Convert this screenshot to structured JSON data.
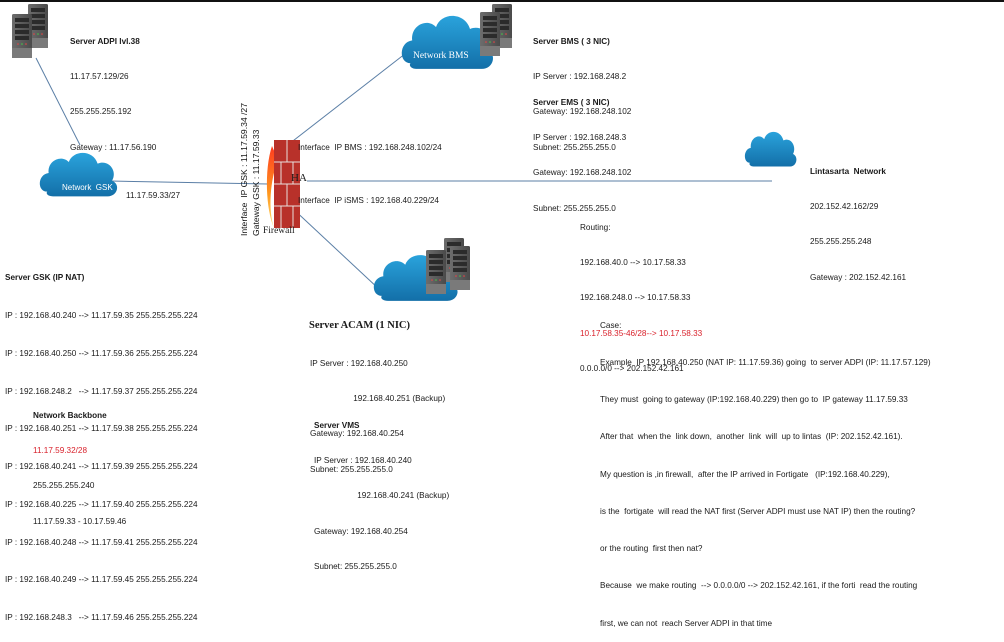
{
  "diagram": {
    "title": "Network topology with Fortigate firewall (NAT vs routing question)",
    "colors": {
      "cloud": "#1f8fcc",
      "link": "#5b7fa6",
      "firewall_brick": "#c0392b",
      "highlight_red": "#d9212b",
      "text": "#1a1a1a"
    }
  },
  "server_adpi": {
    "title": "Server ADPI lvl.38",
    "lines": [
      "11.17.57.129/26",
      "255.255.255.192",
      "Gateway : 11.17.56.190"
    ]
  },
  "network_gsk": {
    "label": "Network  GSK",
    "link_label": "11.17.59.33/27"
  },
  "firewall": {
    "label": "Firewall",
    "ha_label": "HA",
    "vertical_labels": [
      "Interface  IP GSK : 11.17.59.34 /27",
      "Gateway GSK : 11.17.59.33"
    ],
    "interface_bms": "Interface  IP BMS : 192.168.248.102/24",
    "interface_isms": "Interface  IP iSMS : 192.168.40.229/24"
  },
  "network_bms": {
    "label": "Network BMS"
  },
  "server_bms": {
    "title": "Server BMS ( 3 NIC)",
    "lines": [
      "IP Server : 192.168.248.2",
      "Gateway: 192.168.248.102",
      "Subnet: 255.255.255.0"
    ]
  },
  "server_ems": {
    "title": "Server EMS ( 3 NIC)",
    "lines": [
      "IP Server : 192.168.248.3",
      "Gateway: 192.168.248.102",
      "Subnet: 255.255.255.0"
    ]
  },
  "lintasarta": {
    "title": "Lintasarta  Network",
    "lines": [
      "202.152.42.162/29",
      "255.255.255.248",
      "Gateway : 202.152.42.161"
    ]
  },
  "routing": {
    "title": "Routing:",
    "routes": [
      {
        "text": "192.168.40.0 --> 10.17.58.33",
        "highlight": false
      },
      {
        "text": "192.168.248.0 --> 10.17.58.33",
        "highlight": false
      },
      {
        "text": "10.17.58.35-46/28--> 10.17.58.33",
        "highlight": true
      },
      {
        "text": "0.0.0.0/0 --> 202.152.42.161",
        "highlight": false
      }
    ]
  },
  "server_gsk_nat": {
    "title": "Server GSK (IP NAT)",
    "rows": [
      "IP : 192.168.40.240 --> 11.17.59.35 255.255.255.224",
      "IP : 192.168.40.250 --> 11.17.59.36 255.255.255.224",
      "IP : 192.168.248.2   --> 11.17.59.37 255.255.255.224",
      "IP : 192.168.40.251 --> 11.17.59.38 255.255.255.224",
      "IP : 192.168.40.241 --> 11.17.59.39 255.255.255.224",
      "IP : 192.168.40.225 --> 11.17.59.40 255.255.255.224",
      "IP : 192.168.40.248 --> 11.17.59.41 255.255.255.224",
      "IP : 192.168.40.249 --> 11.17.59.45 255.255.255.224",
      "IP : 192.168.248.3   --> 11.17.59.46 255.255.255.224"
    ]
  },
  "network_backbone": {
    "title": "Network Backbone",
    "subnet": "11.17.59.32/28",
    "lines": [
      "255.255.255.240",
      "11.17.59.33 - 10.17.59.46"
    ]
  },
  "server_acam": {
    "title": "Server ACAM (1 NIC)",
    "lines": [
      "IP Server : 192.168.40.250",
      "                   192.168.40.251 (Backup)",
      "Gateway: 192.168.40.254",
      "Subnet: 255.255.255.0"
    ]
  },
  "server_vms": {
    "title": "Server VMS",
    "lines": [
      "IP Server : 192.168.40.240",
      "                   192.168.40.241 (Backup)",
      "Gateway: 192.168.40.254",
      "Subnet: 255.255.255.0"
    ]
  },
  "case": {
    "title": "Case:",
    "lines": [
      "Example  IP 192.168.40.250 (NAT IP: 11.17.59.36) going  to server ADPI (IP: 11.17.57.129)",
      "They must  going to gateway (IP:192.168.40.229) then go to  IP gateway 11.17.59.33",
      "After that  when the  link down,  another  link  will  up to lintas  (IP: 202.152.42.161).",
      "My question is ,in firewall,  after the IP arrived in Fortigate   (IP:192.168.40.229),",
      "is the  fortigate  will read the NAT first (Server ADPI must use NAT IP) then the routing?",
      "or the routing  first then nat?",
      "Because  we make routing  --> 0.0.0.0/0 --> 202.152.42.161, if the forti  read the routing",
      "first, we can not  reach Server ADPI in that time"
    ]
  }
}
